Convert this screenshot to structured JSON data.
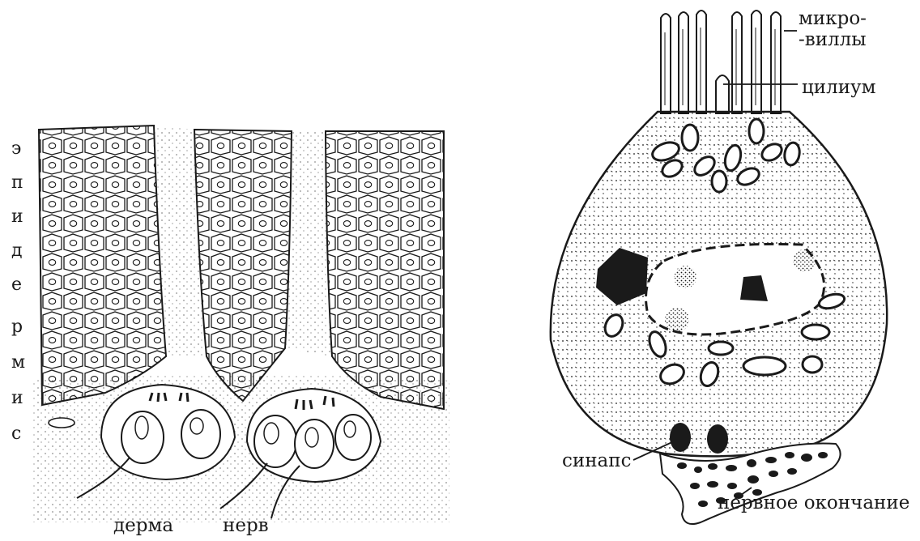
{
  "left_panel": {
    "vertical_label": [
      "э",
      "п",
      "и",
      "д",
      "е",
      "р",
      "м",
      "и",
      "с"
    ],
    "dermis_label": "дерма",
    "nerve_label": "нерв"
  },
  "right_panel": {
    "microvilli_label_line1": "микро-",
    "microvilli_label_line2": "-виллы",
    "cilium_label": "цилиум",
    "synapse_label": "синапс",
    "nerve_ending_label": "нервное окончание"
  },
  "colors": {
    "ink": "#1a1a1a",
    "background": "#ffffff"
  }
}
